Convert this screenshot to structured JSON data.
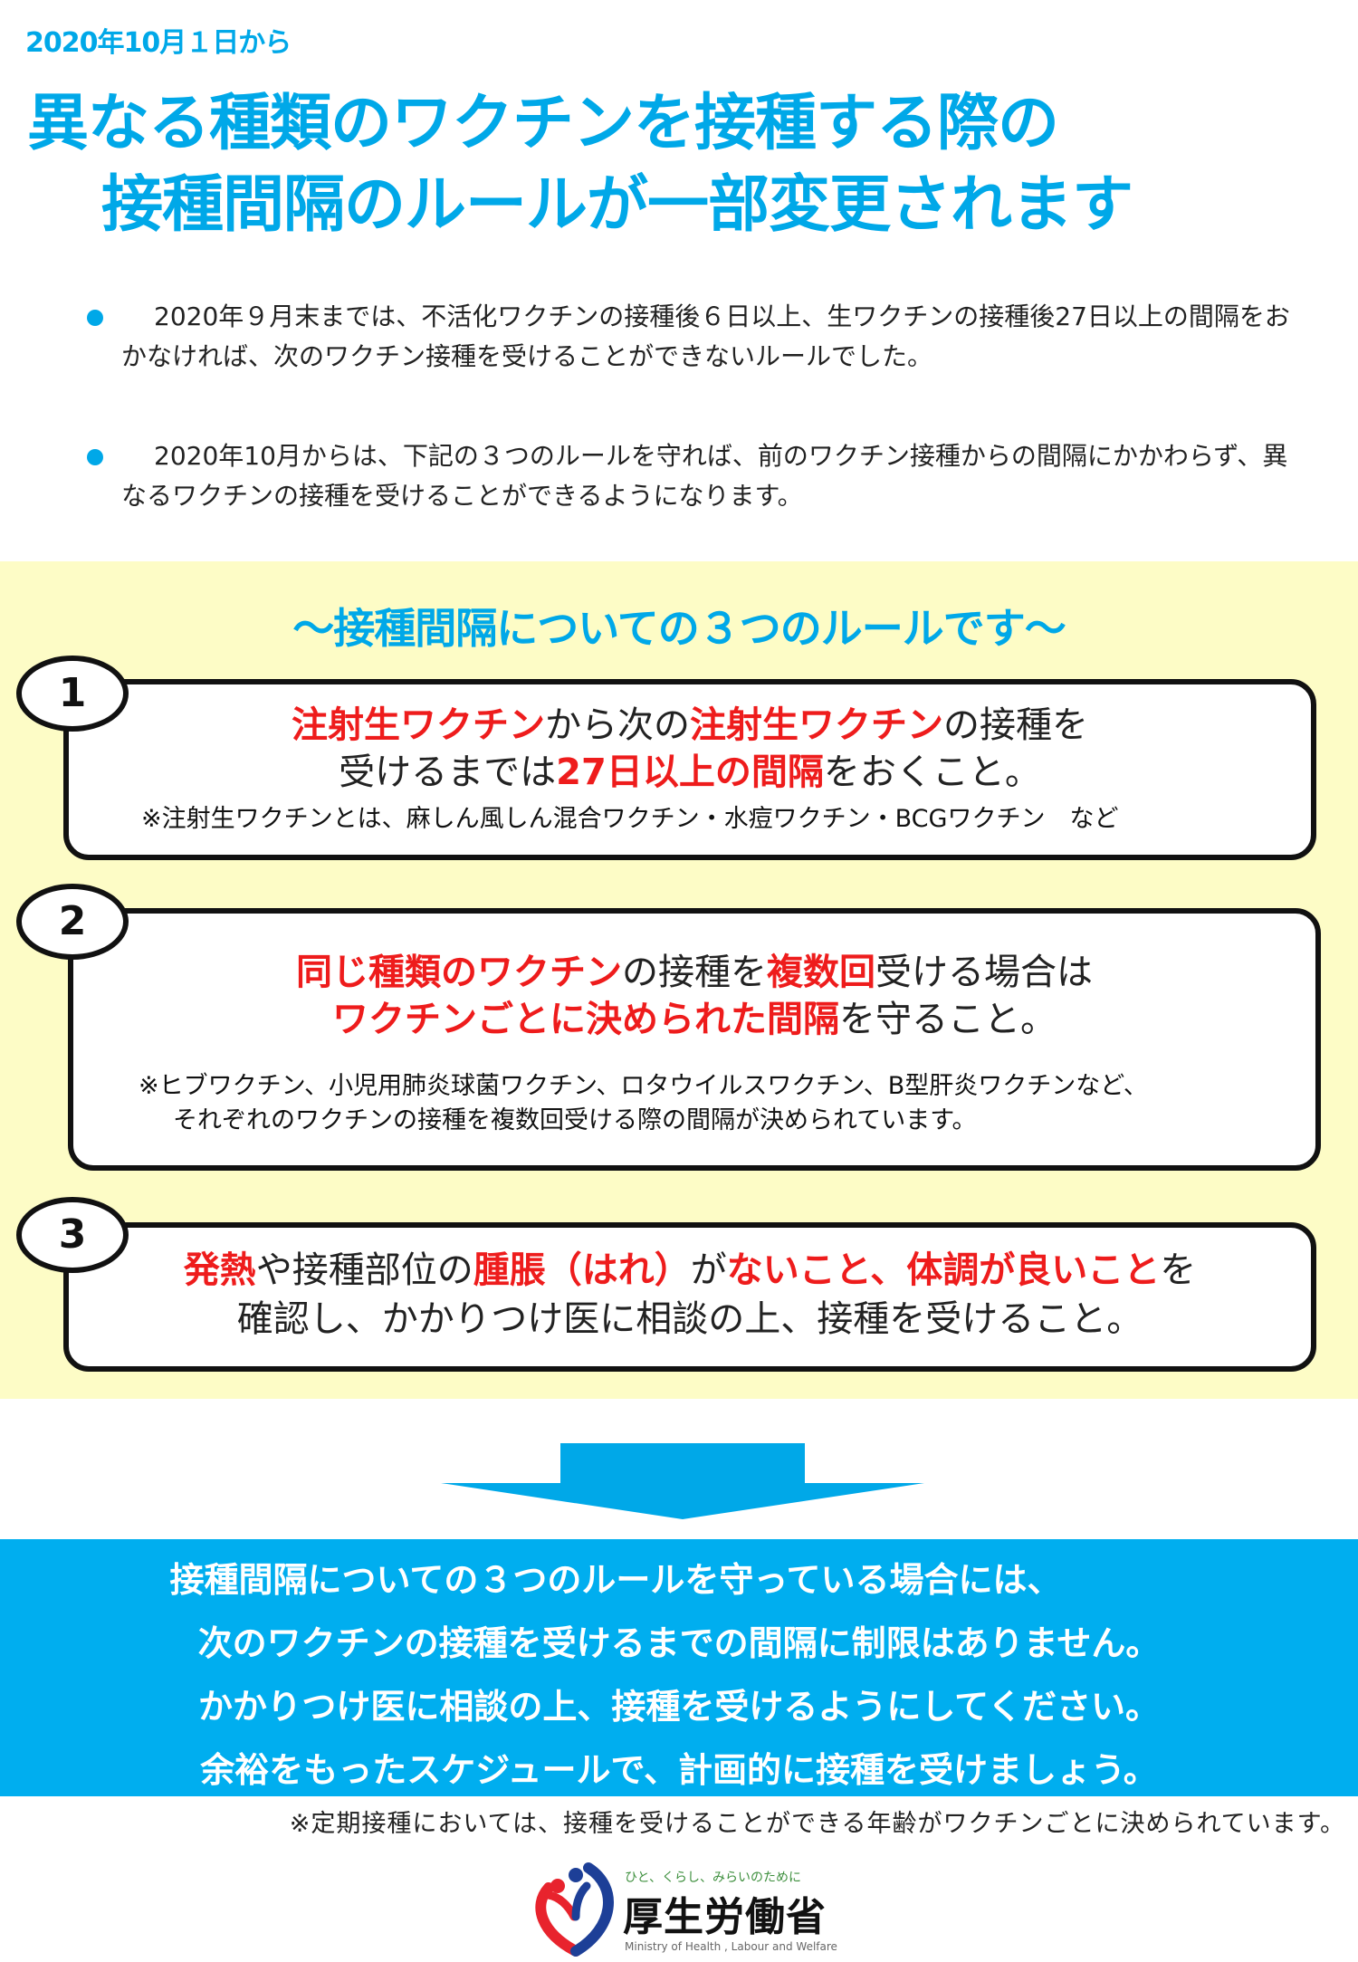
{
  "header": {
    "date_label": "2020年10月１日から",
    "title_line1": "異なる種類のワクチンを接種する際の",
    "title_line2": "接種間隔のルールが一部変更されます"
  },
  "intro": [
    {
      "text": "2020年９月末までは、不活化ワクチンの接種後６日以上、生ワクチンの接種後27日以上の間隔をおかなければ、次のワクチン接種を受けることができないルールでした。"
    },
    {
      "text": "2020年10月からは、下記の３つのルールを守れば、前のワクチン接種からの間隔にかかわらず、異なるワクチンの接種を受けることができるようになります。"
    }
  ],
  "rules_section": {
    "heading": "～接種間隔についての３つのルールです～",
    "rules": [
      {
        "number": "1",
        "line1": [
          {
            "text": "注射生ワクチン",
            "red": true
          },
          {
            "text": "から次の",
            "red": false
          },
          {
            "text": "注射生ワクチン",
            "red": true
          },
          {
            "text": "の接種を",
            "red": false
          }
        ],
        "line2": [
          {
            "text": "受けるまでは",
            "red": false
          },
          {
            "text": "27日以上の間隔",
            "red": true
          },
          {
            "text": "をおくこと。",
            "red": false
          }
        ],
        "note": "※注射生ワクチンとは、麻しん風しん混合ワクチン・水痘ワクチン・BCGワクチン　など"
      },
      {
        "number": "2",
        "line1": [
          {
            "text": "同じ種類のワクチン",
            "red": true
          },
          {
            "text": "の接種を",
            "red": false
          },
          {
            "text": "複数回",
            "red": true
          },
          {
            "text": "受ける場合は",
            "red": false
          }
        ],
        "line2": [
          {
            "text": "ワクチンごとに決められた間隔",
            "red": true
          },
          {
            "text": "を守ること。",
            "red": false
          }
        ],
        "note_line1": "※ヒブワクチン、小児用肺炎球菌ワクチン、ロタウイルスワクチン、B型肝炎ワクチンなど、",
        "note_line2": "それぞれのワクチンの接種を複数回受ける際の間隔が決められています。"
      },
      {
        "number": "3",
        "line1": [
          {
            "text": "発熱",
            "red": true
          },
          {
            "text": "や接種部位の",
            "red": false
          },
          {
            "text": "腫脹（はれ）",
            "red": true
          },
          {
            "text": "が",
            "red": false
          },
          {
            "text": "ないこと、体調が良いこと",
            "red": true
          },
          {
            "text": "を",
            "red": false
          }
        ],
        "line2": [
          {
            "text": "確認し、かかりつけ医に相談の上、接種を受けること。",
            "red": false
          }
        ]
      }
    ]
  },
  "arrow": {
    "icon": "down-arrow-icon",
    "color": "#00a8e8"
  },
  "summary": {
    "lines": [
      "接種間隔についての３つのルールを守っている場合には、",
      "次のワクチンの接種を受けるまでの間隔に制限はありません。",
      "かかりつけ医に相談の上、接種を受けるようにしてください。",
      "余裕をもったスケジュールで、計画的に接種を受けましょう。"
    ],
    "background": "#00aeef"
  },
  "footnote": "※定期接種においては、接種を受けることができる年齢がワクチンごとに決められています。",
  "logo": {
    "tagline": "ひと、くらし、みらいのために",
    "name": "厚生労働省",
    "english": "Ministry of Health , Labour and Welfare"
  },
  "colors": {
    "accent_blue": "#00a8e8",
    "highlight_red": "#ee1c1c",
    "panel_yellow": "#fdfcc6"
  }
}
